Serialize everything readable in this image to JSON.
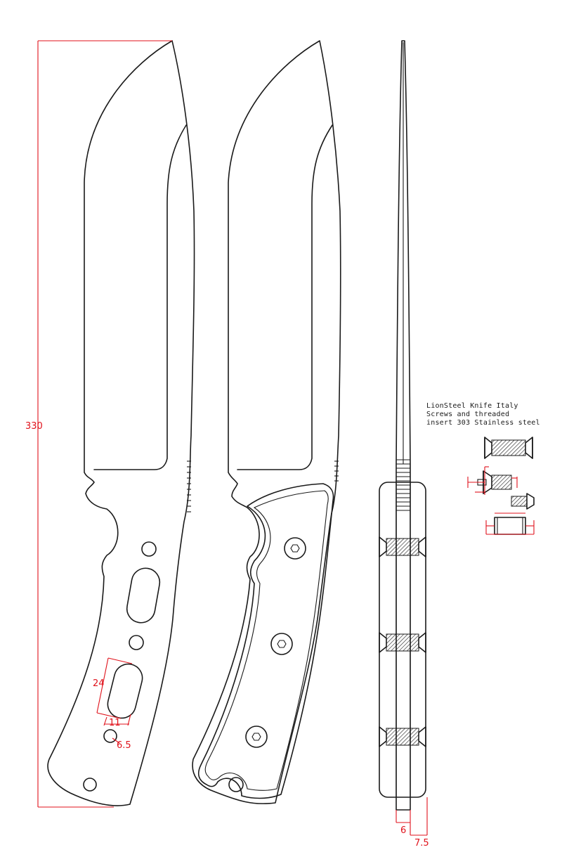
{
  "dimensions": {
    "overall_length": "330",
    "hole_length": "24",
    "hole_width": "11",
    "hole_diameter": "6.5",
    "blade_thickness": "6",
    "handle_thickness": "7.5"
  },
  "note": {
    "line1": "LionSteel Knife Italy",
    "line2": "Screws and threaded",
    "line3": "insert 303 Stainless steel"
  },
  "colors": {
    "outline": "#1a1a1a",
    "dimension": "#e0121b",
    "background": "#ffffff"
  }
}
